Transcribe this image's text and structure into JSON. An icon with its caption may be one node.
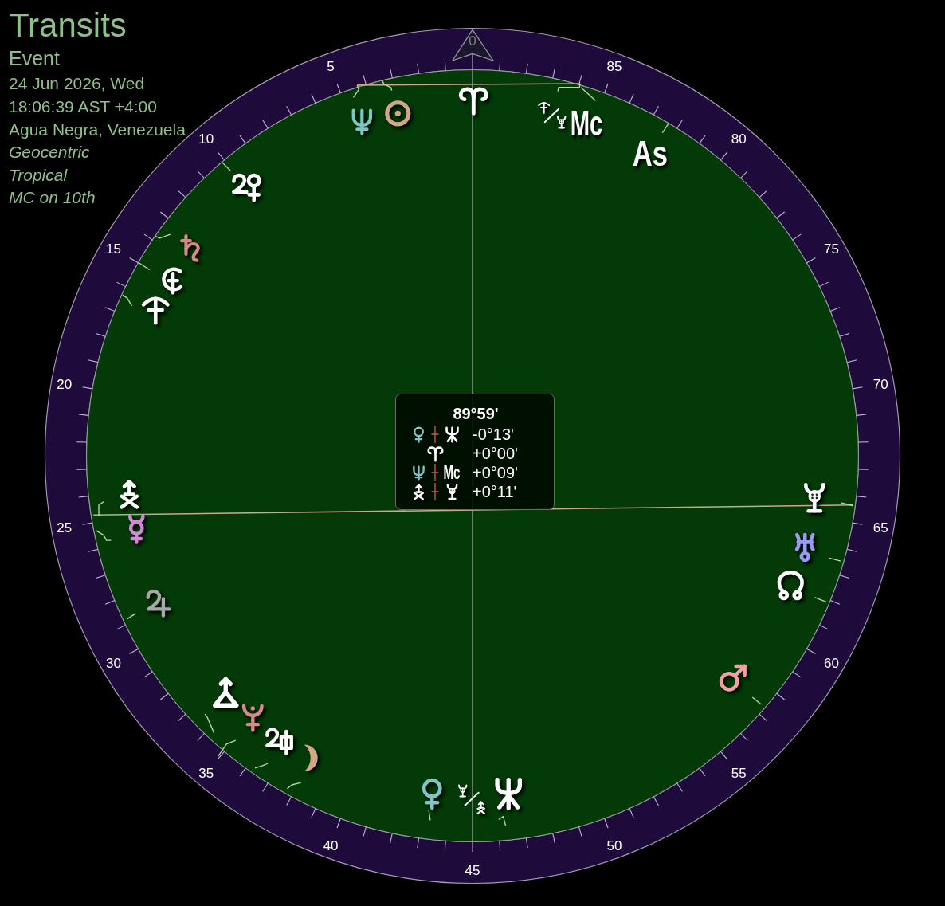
{
  "diagram": {
    "title": "Transits",
    "nodes": [
      {
        "text": [
          "89°59'",
          "-0°13'",
          "+0°00'",
          "Mc",
          "+0°09'",
          "+0°11'"
        ]
      }
    ],
    "labels": [
      "Event",
      "24 Jun 2026, Wed",
      "18:06:39 AST +4:00",
      "Agua Negra, Venezuela",
      "Geocentric",
      "Tropical",
      "MC on 10th",
      "0",
      "5",
      "10",
      "15",
      "20",
      "25",
      "30",
      "35",
      "40",
      "45",
      "50",
      "55",
      "60",
      "65",
      "70",
      "75",
      "80",
      "85",
      "Mc",
      "As"
    ]
  }
}
